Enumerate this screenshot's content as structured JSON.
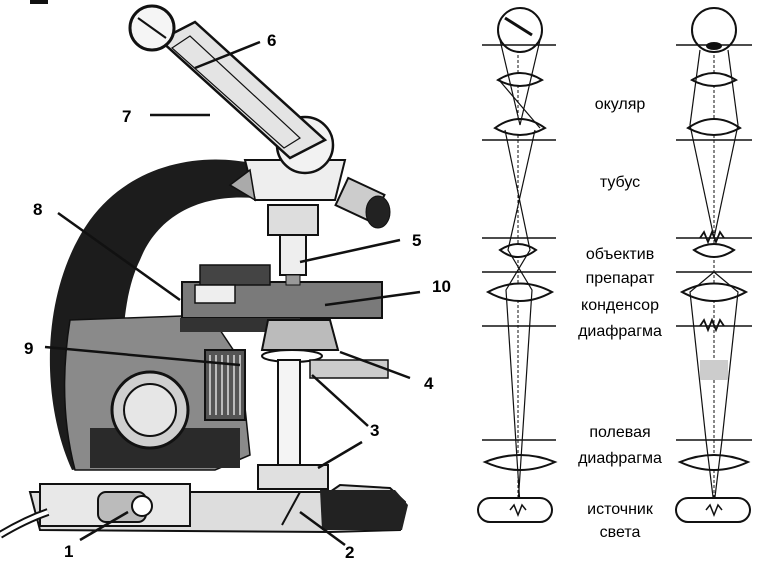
{
  "callouts": {
    "n1": "1",
    "n2": "2",
    "n3": "3",
    "n4": "4",
    "n5": "5",
    "n6": "6",
    "n7": "7",
    "n8": "8",
    "n9": "9",
    "n10": "10"
  },
  "optics_labels": {
    "eyepiece": "окуляр",
    "tube": "тубус",
    "objective": "объектив",
    "specimen": "препарат",
    "condenser": "конденсор",
    "diaphragm": "диафрагма",
    "field_diaphragm_1": "полевая",
    "field_diaphragm_2": "диафрагма",
    "light_source_1": "источник",
    "light_source_2": "света"
  }
}
